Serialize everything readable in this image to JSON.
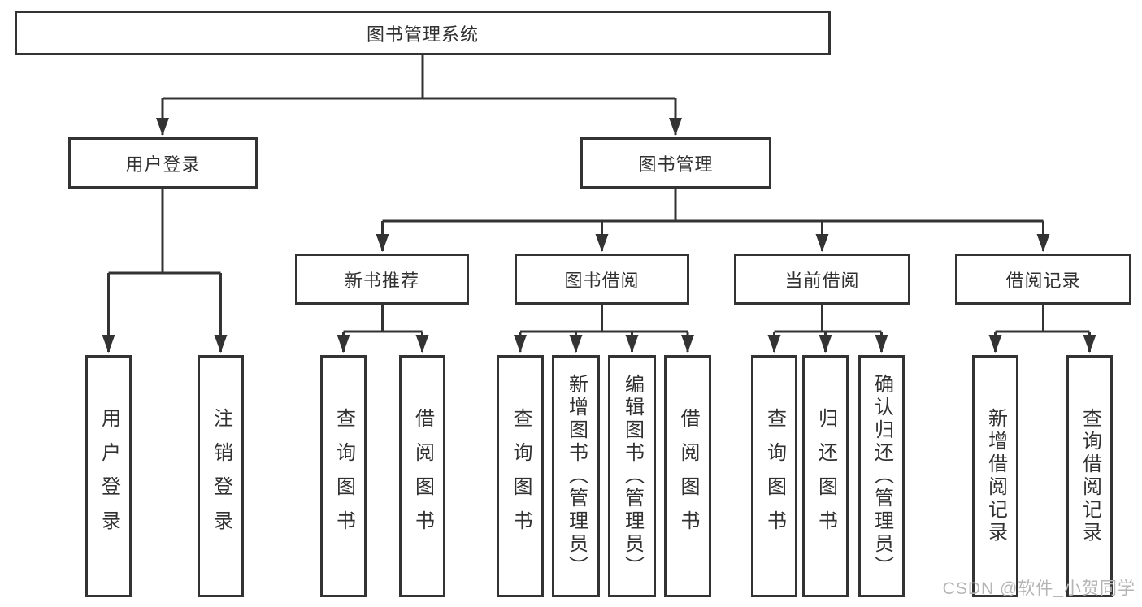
{
  "diagram": {
    "root": {
      "label": "图书管理系统"
    },
    "level2": [
      {
        "label": "用户登录"
      },
      {
        "label": "图书管理"
      }
    ],
    "level3": [
      {
        "label": "新书推荐",
        "parent": "图书管理"
      },
      {
        "label": "图书借阅",
        "parent": "图书管理"
      },
      {
        "label": "当前借阅",
        "parent": "图书管理"
      },
      {
        "label": "借阅记录",
        "parent": "图书管理"
      }
    ],
    "leaves": [
      {
        "label": "用户登录",
        "parent": "用户登录"
      },
      {
        "label": "注销登录",
        "parent": "用户登录"
      },
      {
        "label": "查询图书",
        "parent": "新书推荐"
      },
      {
        "label": "借阅图书",
        "parent": "新书推荐"
      },
      {
        "label": "查询图书",
        "parent": "图书借阅"
      },
      {
        "label": "新增图书（管理员）",
        "parent": "图书借阅"
      },
      {
        "label": "编辑图书（管理员）",
        "parent": "图书借阅"
      },
      {
        "label": "借阅图书",
        "parent": "图书借阅"
      },
      {
        "label": "查询图书",
        "parent": "当前借阅"
      },
      {
        "label": "归还图书",
        "parent": "当前借阅"
      },
      {
        "label": "确认归还（管理员）",
        "parent": "当前借阅"
      },
      {
        "label": "新增借阅记录",
        "parent": "借阅记录"
      },
      {
        "label": "查询借阅记录",
        "parent": "借阅记录"
      }
    ]
  },
  "colors": {
    "line": "#333333",
    "box_border": "#333333",
    "text": "#313131",
    "watermark": "#b5b5b5",
    "background": "#ffffff"
  },
  "watermark": {
    "text": "CSDN @软件_小贺同学"
  }
}
